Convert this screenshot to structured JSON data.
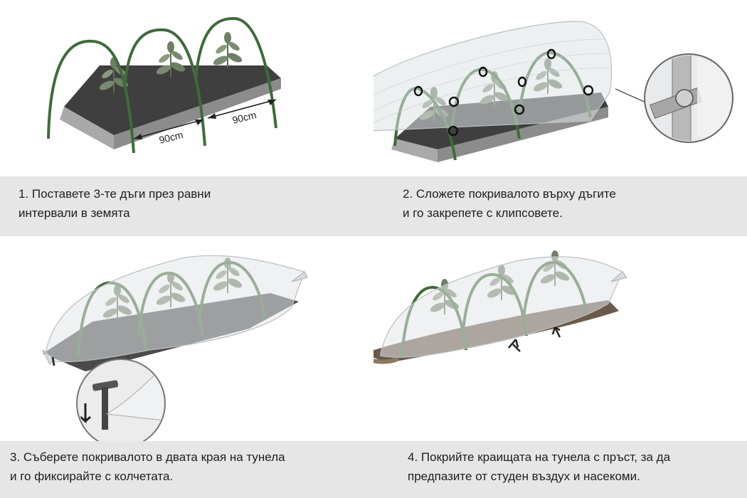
{
  "steps": [
    {
      "text": "1. Поставете 3-те дъги през равни\n   интервали в земята"
    },
    {
      "text": "2. Сложете покривалото върху дъгите\n    и го закрепете с клипсовете."
    },
    {
      "text": "3. Съберете покривалото в двата края на тунела\nи го фиксирайте с колчетата."
    },
    {
      "text": "4. Покрийте краищата на тунела с пръст, за да\n    предпазите от студен въздух и насекоми."
    }
  ],
  "measure_a": "90cm",
  "measure_b": "90cm",
  "colors": {
    "caption_bg": "#e6e6e6",
    "hoop": "#3f6b3a",
    "bed": "#9a9a9a",
    "soil": "#4a4a4a",
    "leaf": "#6e7f64"
  }
}
